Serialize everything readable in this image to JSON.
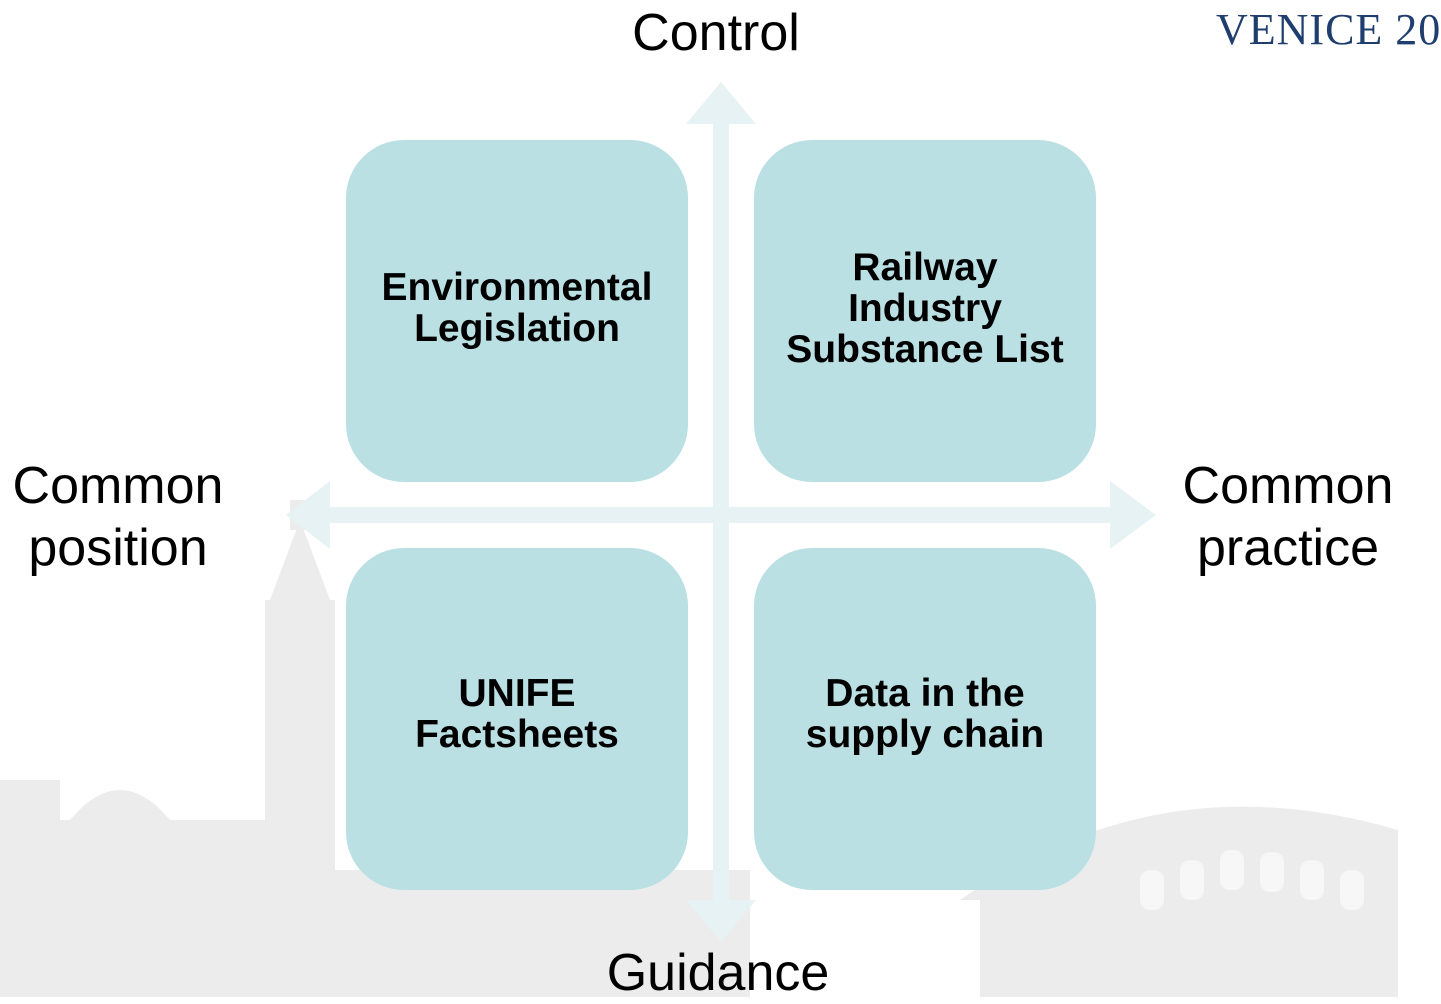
{
  "logo": {
    "text": "VENICE 20"
  },
  "axes": {
    "top": "Control",
    "bottom": "Guidance",
    "left": [
      "Common",
      "position"
    ],
    "right": [
      "Common",
      "practice"
    ]
  },
  "quadrants": {
    "top_left": [
      "Environmental",
      "Legislation"
    ],
    "top_right": [
      "Railway",
      "Industry",
      "Substance List"
    ],
    "bottom_left": [
      "UNIFE",
      "Factsheets"
    ],
    "bottom_right": [
      "Data in the",
      "supply chain"
    ]
  },
  "colors": {
    "quadrant_fill": "#bae0e4",
    "arrow_fill": "#e6f2f4",
    "logo": "#1f3e6e",
    "skyline": "#e9e9e9"
  }
}
